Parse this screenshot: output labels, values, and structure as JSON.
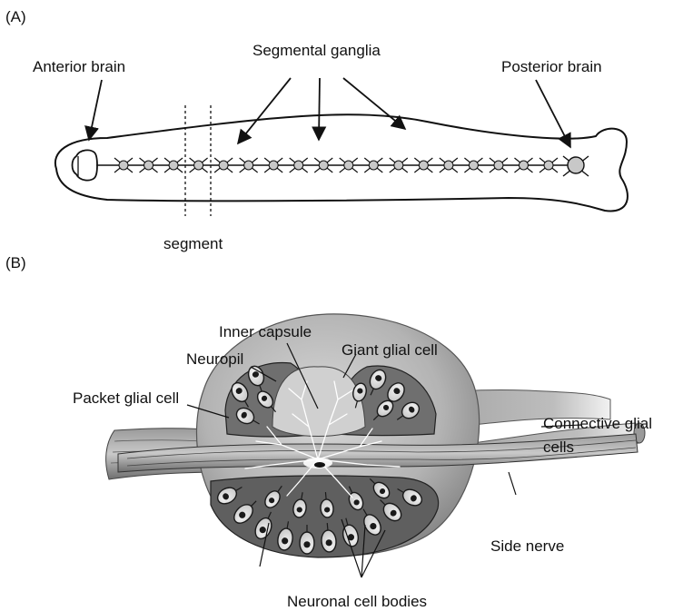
{
  "panel_a": {
    "panel_label": "(A)",
    "labels": {
      "anterior_brain": "Anterior brain",
      "segmental_ganglia": "Segmental ganglia",
      "posterior_brain": "Posterior brain",
      "segment": "segment"
    },
    "ganglion_count": 18
  },
  "panel_b": {
    "panel_label": "(B)",
    "labels": {
      "inner_capsule": "Inner capsule",
      "giant_glial_cell": "Giant glial cell",
      "neuropil": "Neuropil",
      "packet_glial_cell": "Packet glial cell",
      "connective_glial_cells_line1": "Connective glial",
      "connective_glial_cells_line2": "cells",
      "side_nerve": "Side nerve",
      "neuronal_cell_bodies": "Neuronal cell bodies"
    }
  },
  "colors": {
    "line": "#111111",
    "ganglion_fill": "#c8c8c8",
    "tissue_light": "#bdbdbd",
    "tissue_mid": "#8c8c8c",
    "tissue_dark": "#2a2a2a"
  }
}
